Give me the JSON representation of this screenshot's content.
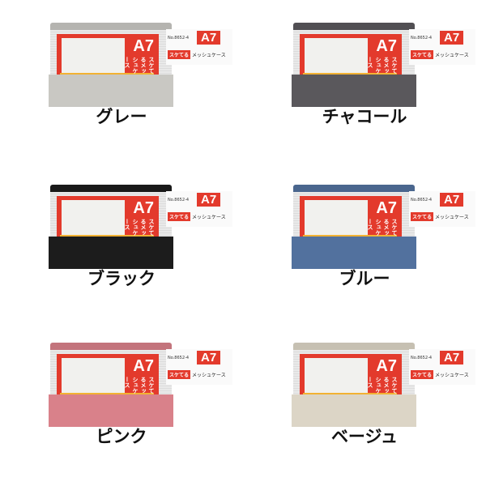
{
  "product_tag": {
    "number": "No.8652-4",
    "size": "A7",
    "badge": "スケてる",
    "name": "メッシュケース"
  },
  "card_subtitle": "スケてるメッシュケース",
  "variants": [
    {
      "label": "グレー",
      "color": "#c9c8c3"
    },
    {
      "label": "チャコール",
      "color": "#5a585c"
    },
    {
      "label": "ブラック",
      "color": "#1c1c1c"
    },
    {
      "label": "ブルー",
      "color": "#52719e"
    },
    {
      "label": "ピンク",
      "color": "#d9818a"
    },
    {
      "label": "ベージュ",
      "color": "#dcd5c6"
    }
  ]
}
